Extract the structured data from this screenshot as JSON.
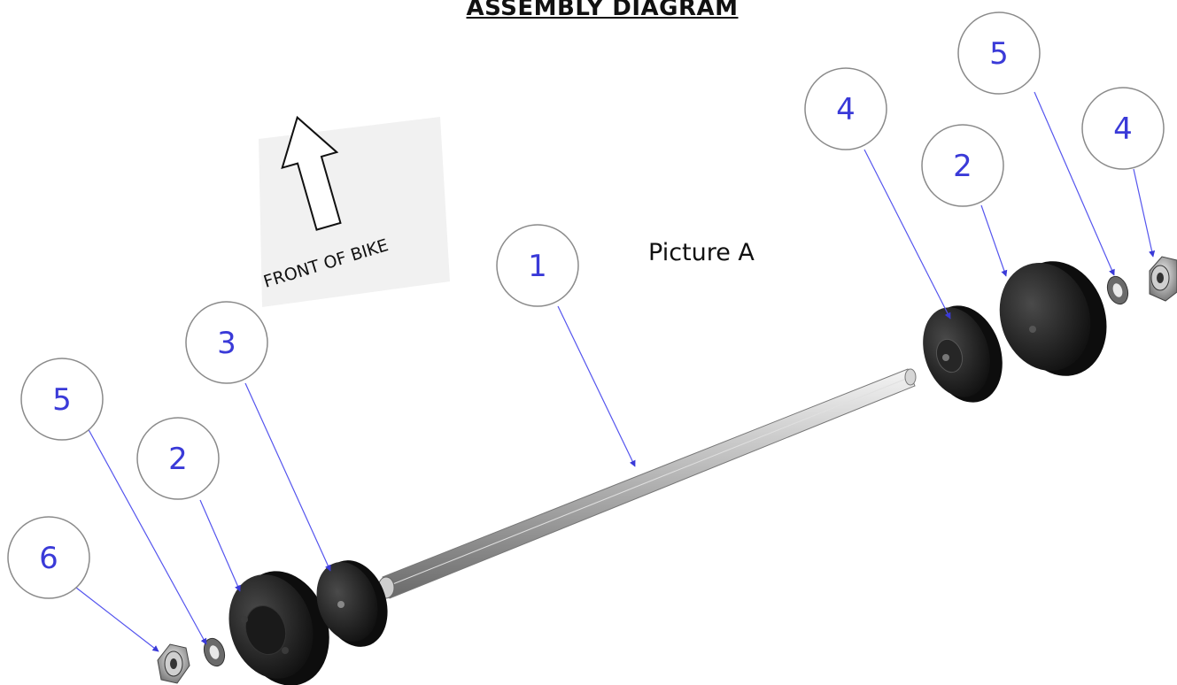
{
  "title": "ASSEMBLY DIAGRAM",
  "picture_label": "Picture A",
  "direction_label": "FRONT OF BIKE",
  "balloons": [
    {
      "number": "1"
    },
    {
      "number": "2"
    },
    {
      "number": "2"
    },
    {
      "number": "3"
    },
    {
      "number": "4"
    },
    {
      "number": "4"
    },
    {
      "number": "5"
    },
    {
      "number": "5"
    },
    {
      "number": "6"
    }
  ],
  "colors": {
    "balloon_text": "#3a3ad8",
    "leader_line": "#5555ee",
    "part_dark": "#1c1c1c"
  }
}
